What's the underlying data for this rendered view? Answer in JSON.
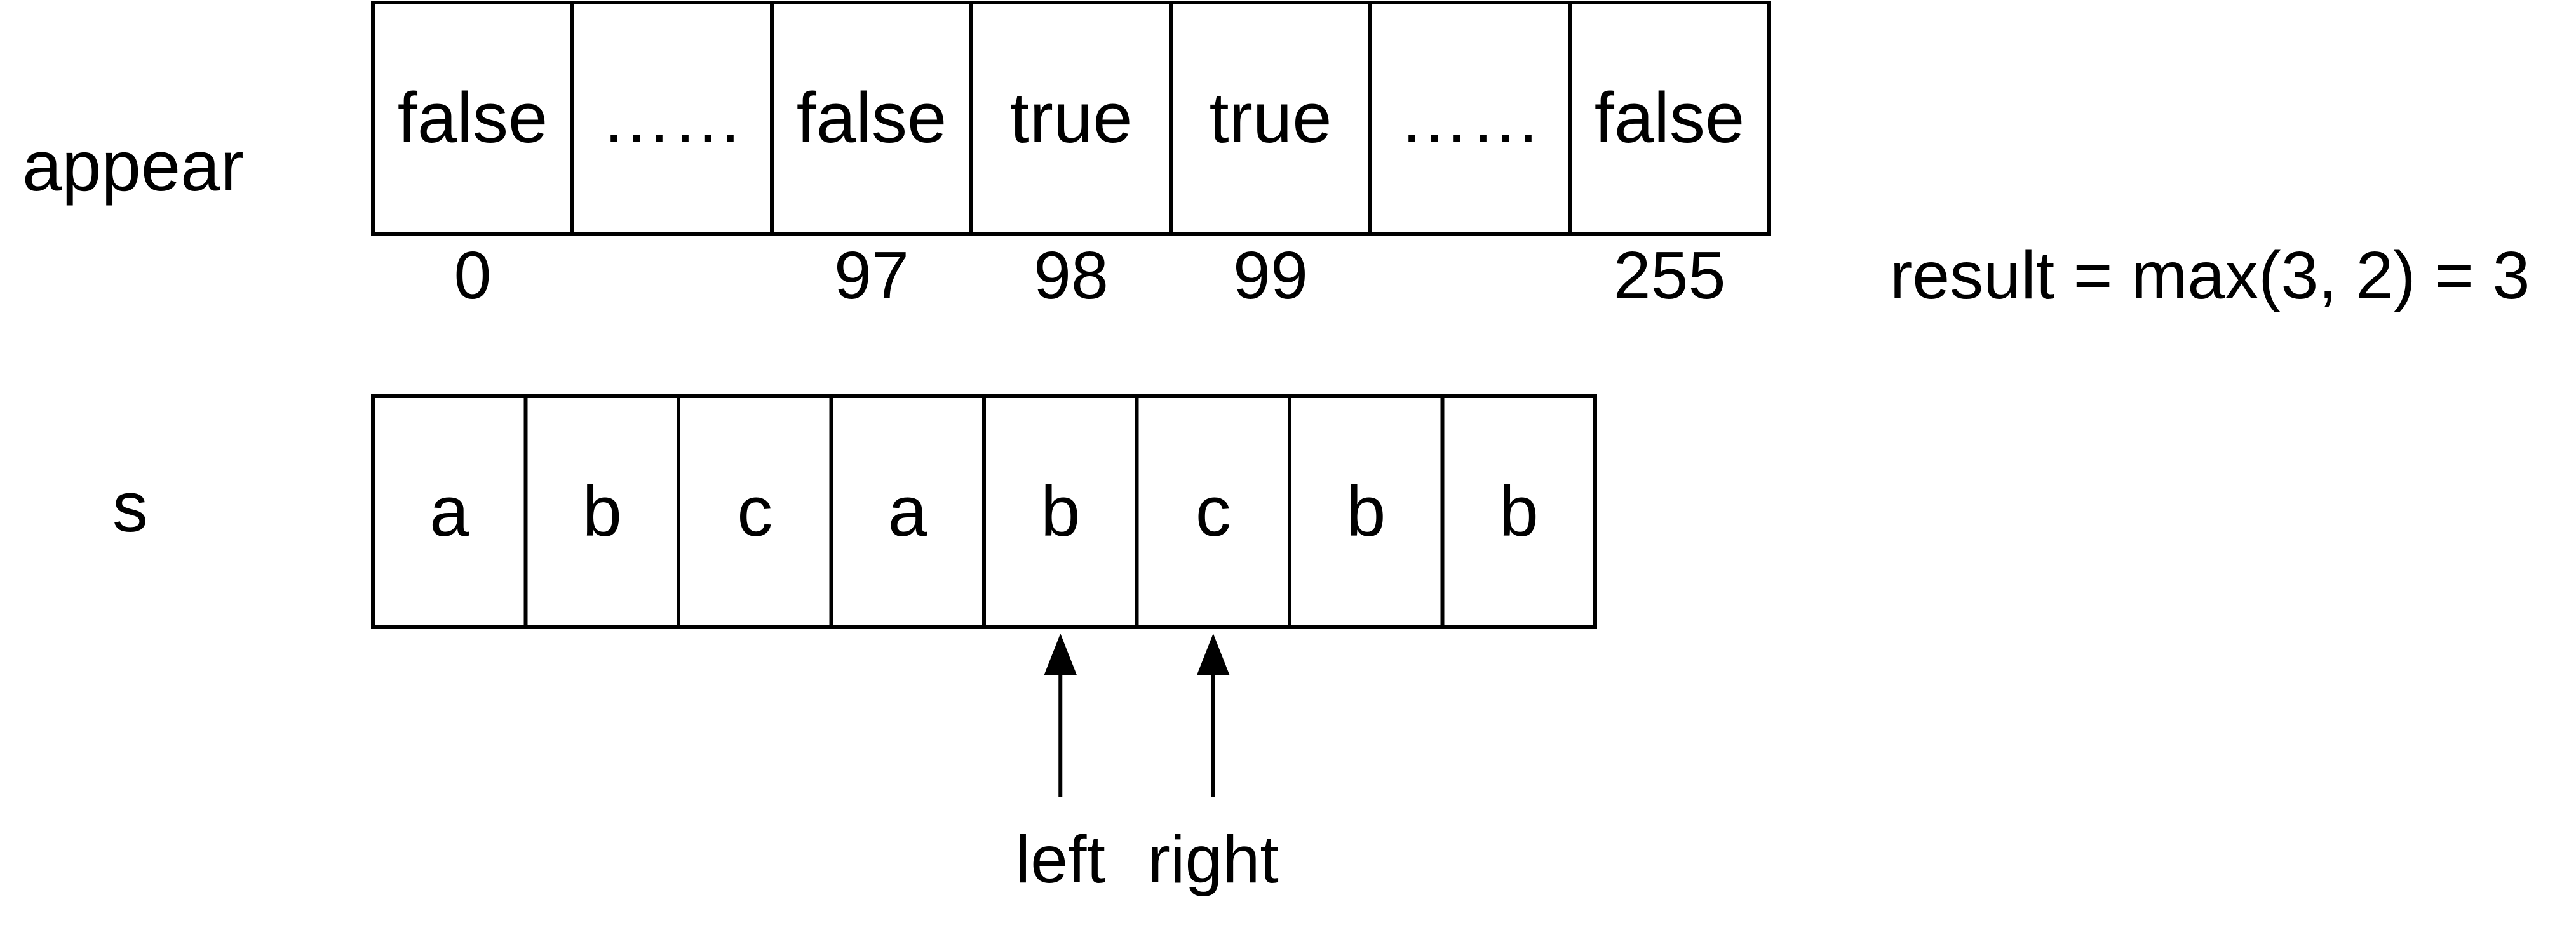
{
  "appear": {
    "label": "appear",
    "cells": [
      "false",
      "……",
      "false",
      "true",
      "true",
      "……",
      "false"
    ],
    "indices": [
      "0",
      "",
      "97",
      "98",
      "99",
      "",
      "255"
    ]
  },
  "s": {
    "label": "s",
    "cells": [
      "a",
      "b",
      "c",
      "a",
      "b",
      "c",
      "b",
      "b"
    ]
  },
  "result": "result = max(3, 2) = 3",
  "pointers": {
    "left": {
      "label": "left",
      "index": 4
    },
    "right": {
      "label": "right",
      "index": 5
    }
  }
}
